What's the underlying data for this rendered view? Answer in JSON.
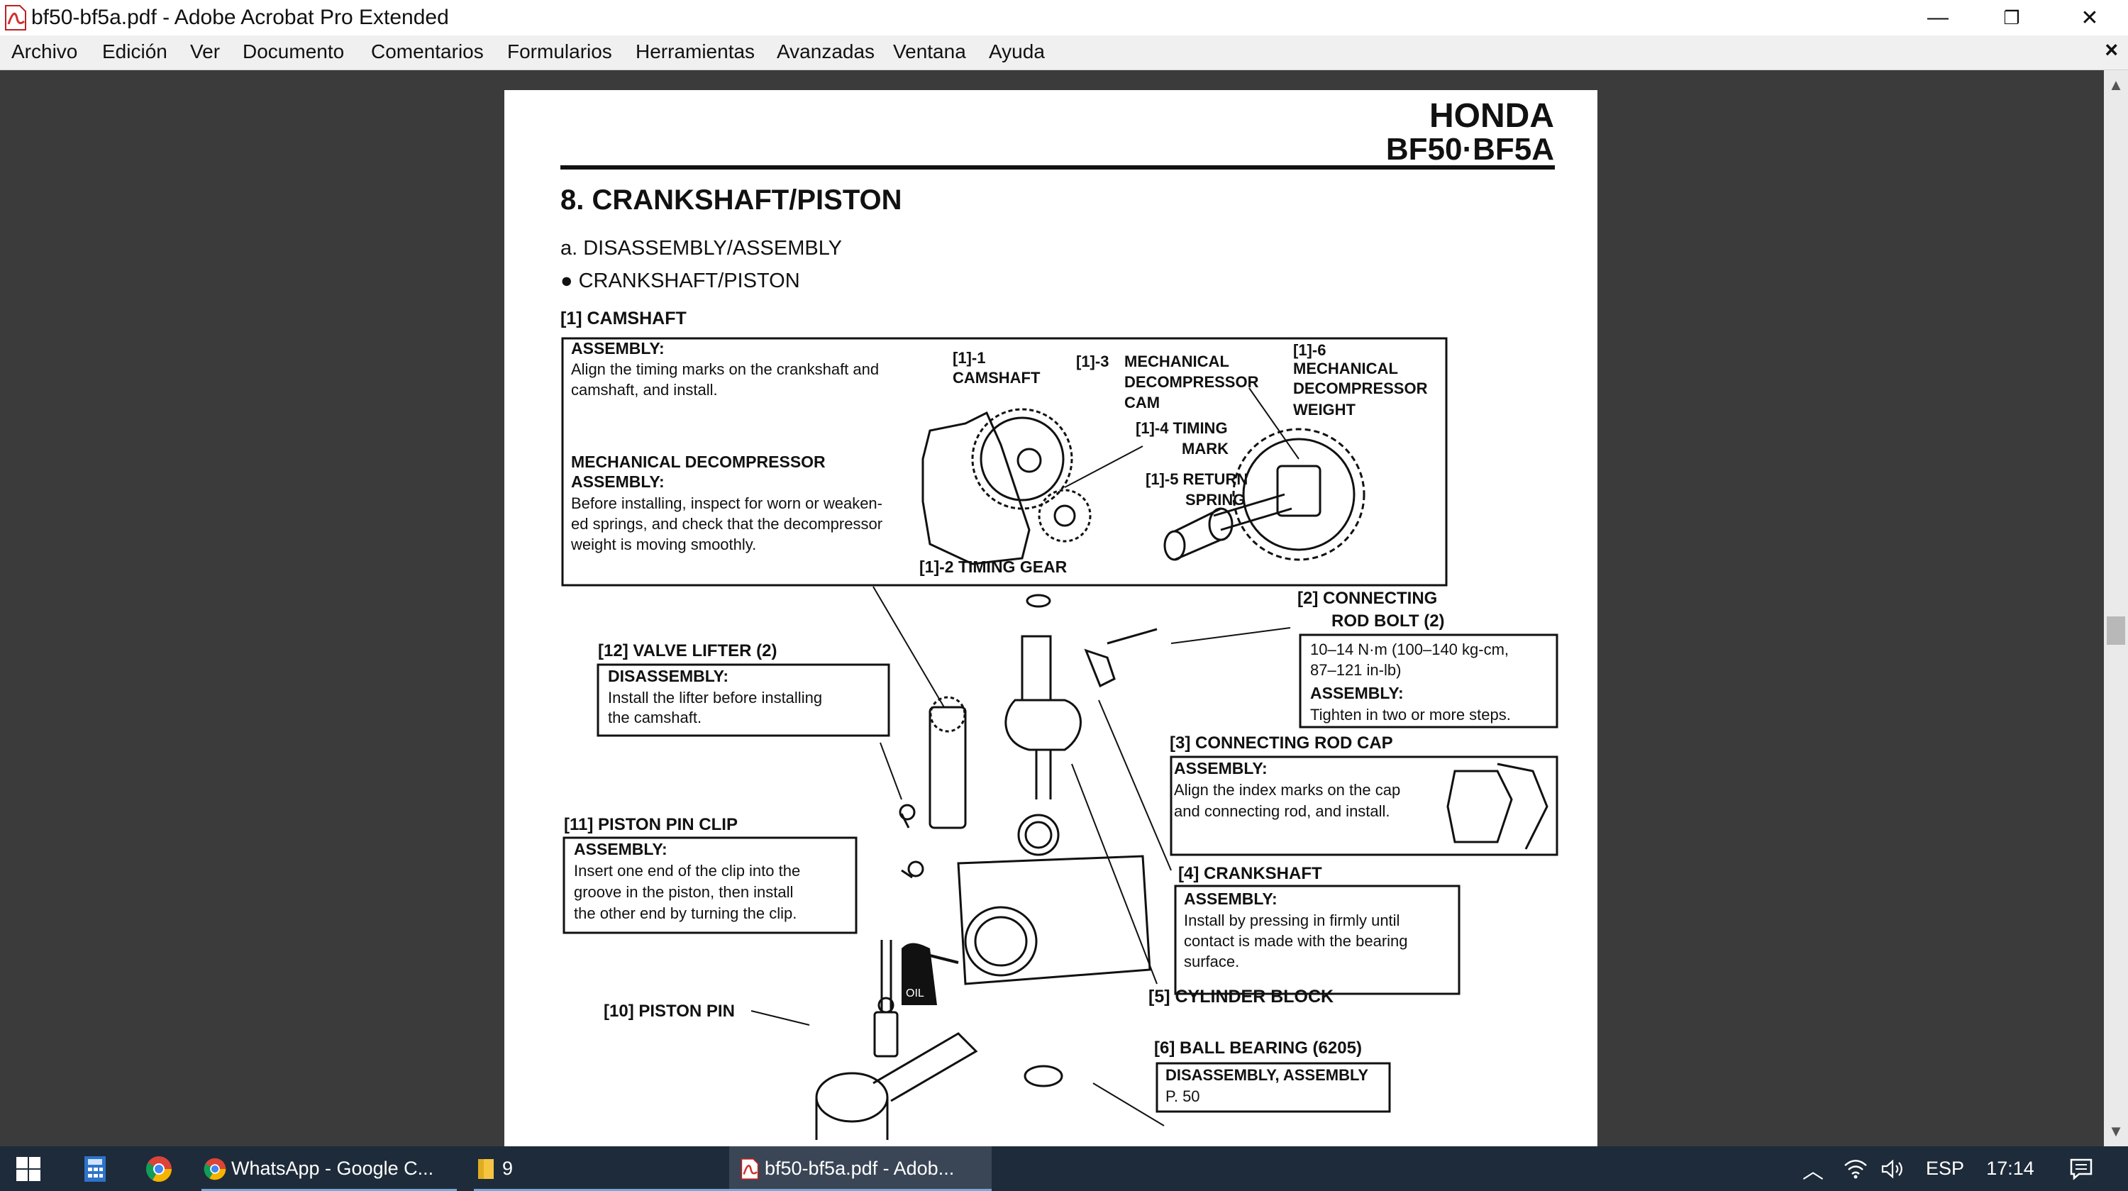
{
  "window": {
    "title": "bf50-bf5a.pdf - Adobe Acrobat Pro Extended",
    "controls": {
      "minimize": "—",
      "restore": "❐",
      "close": "✕"
    }
  },
  "menubar": {
    "items": [
      "Archivo",
      "Edición",
      "Ver",
      "Documento",
      "Comentarios",
      "Formularios",
      "Herramientas",
      "Avanzadas",
      "Ventana",
      "Ayuda"
    ],
    "close": "×"
  },
  "doc": {
    "brand": "HONDA",
    "model": "BF50·BF5A",
    "section_title": "8. CRANKSHAFT/PISTON",
    "subsection": "a. DISASSEMBLY/ASSEMBLY",
    "bullet": "● CRANKSHAFT/PISTON",
    "item1": "[1]   CAMSHAFT",
    "camshaft_box": {
      "assembly_head": "ASSEMBLY:",
      "assembly_lines": [
        "Align the timing marks on the crankshaft and",
        "camshaft, and install."
      ],
      "decomp_head1": "MECHANICAL DECOMPRESSOR",
      "decomp_head2": "ASSEMBLY:",
      "decomp_lines": [
        "Before installing, inspect for worn or weaken-",
        "ed springs, and check that the decompressor",
        "weight is moving smoothly."
      ],
      "l1_1": [
        "[1]-1",
        "CAMSHAFT"
      ],
      "l1_3": [
        "[1]-3",
        "MECHANICAL",
        "DECOMPRESSOR",
        "CAM"
      ],
      "l1_4": [
        "[1]-4 TIMING",
        "MARK"
      ],
      "l1_5": [
        "[1]-5 RETURN",
        "SPRING"
      ],
      "l1_6": [
        "[1]-6",
        "MECHANICAL",
        "DECOMPRESSOR",
        "WEIGHT"
      ],
      "l1_2": "[1]-2 TIMING GEAR"
    },
    "item2": [
      "[2]  CONNECTING",
      "ROD BOLT (2)"
    ],
    "item2_box": [
      "10–14 N·m (100–140 kg-cm,",
      "87–121 in-lb)",
      "ASSEMBLY:",
      "Tighten in two or more steps."
    ],
    "item3": "[3]  CONNECTING ROD CAP",
    "item3_box": [
      "ASSEMBLY:",
      "Align the index marks on the cap",
      "and connecting rod, and install."
    ],
    "item4": "[4] CRANKSHAFT",
    "item4_box": [
      "ASSEMBLY:",
      "Install by pressing in firmly until",
      "contact is made with the bearing",
      "surface."
    ],
    "item5": "[5] CYLINDER BLOCK",
    "item6": "[6]  BALL BEARING (6205)",
    "item6_box": [
      "DISASSEMBLY, ASSEMBLY",
      "P. 50"
    ],
    "item12": "[12]  VALVE LIFTER (2)",
    "item12_box": [
      "DISASSEMBLY:",
      "Install the lifter before installing",
      "the camshaft."
    ],
    "item11": "[11]  PISTON PIN CLIP",
    "item11_box": [
      "ASSEMBLY:",
      "Insert one end of the clip into the",
      "groove in the piston, then install",
      "the other end by turning the clip."
    ],
    "item10": "[10] PISTON PIN",
    "oil_label": "OIL"
  },
  "taskbar": {
    "whatsapp": "WhatsApp - Google C...",
    "folder": "9",
    "acrobat": "bf50-bf5a.pdf - Adob...",
    "language": "ESP",
    "time": "17:14"
  },
  "colors": {
    "accent": "#7aa7d8",
    "taskbar": "#1e2b3a",
    "pdf_red": "#d0312d"
  }
}
